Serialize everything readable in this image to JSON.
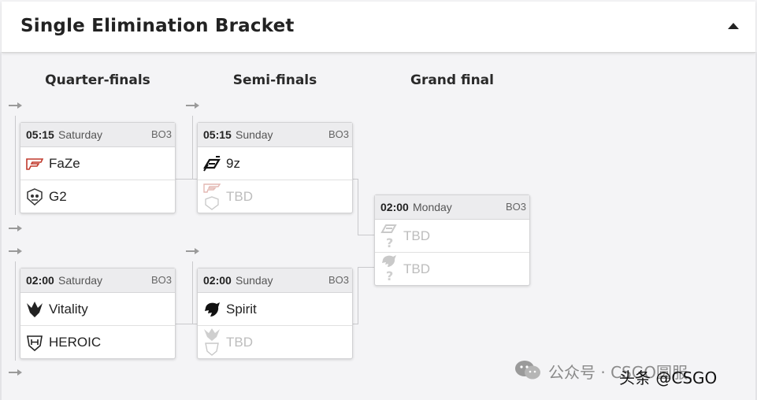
{
  "header": {
    "title": "Single Elimination Bracket"
  },
  "rounds": {
    "quarter": "Quarter-finals",
    "semi": "Semi-finals",
    "final": "Grand final"
  },
  "matches": [
    {
      "time": "05:15",
      "day": "Saturday",
      "format": "BO3",
      "teams": [
        {
          "name": "FaZe",
          "logo": "faze-icon"
        },
        {
          "name": "G2",
          "logo": "g2-icon"
        }
      ]
    },
    {
      "time": "02:00",
      "day": "Saturday",
      "format": "BO3",
      "teams": [
        {
          "name": "Vitality",
          "logo": "vitality-icon"
        },
        {
          "name": "HEROIC",
          "logo": "heroic-icon"
        }
      ]
    },
    {
      "time": "05:15",
      "day": "Sunday",
      "format": "BO3",
      "teams": [
        {
          "name": "9z",
          "logo": "9z-icon"
        },
        {
          "name": "TBD",
          "logo": "faze-g2-icon"
        }
      ]
    },
    {
      "time": "02:00",
      "day": "Sunday",
      "format": "BO3",
      "teams": [
        {
          "name": "Spirit",
          "logo": "spirit-icon"
        },
        {
          "name": "TBD",
          "logo": "vitality-heroic-icon"
        }
      ]
    },
    {
      "time": "02:00",
      "day": "Monday",
      "format": "BO3",
      "teams": [
        {
          "name": "TBD",
          "logo": "9z-unknown-icon"
        },
        {
          "name": "TBD",
          "logo": "spirit-unknown-icon"
        }
      ]
    }
  ],
  "watermark": {
    "text": "公众号 · CSGO圆服",
    "overlay": "头条 @CSGO"
  }
}
